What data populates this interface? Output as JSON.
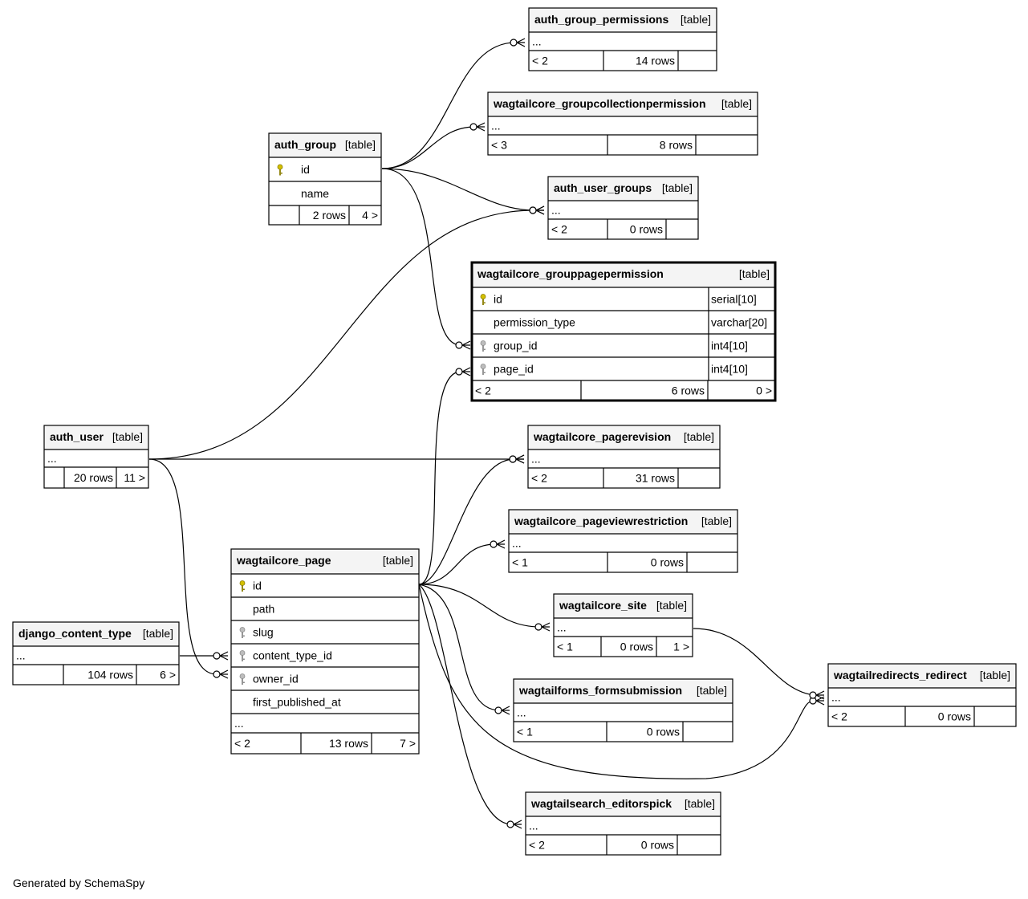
{
  "footer": "Generated by SchemaSpy",
  "table_tag": "[table]",
  "tables": [
    {
      "key": "agp",
      "name": "auth_group_permissions",
      "cols": [
        {
          "name": "...",
          "key": null,
          "type": ""
        }
      ],
      "foot": [
        "< 2",
        "14 rows",
        ""
      ],
      "focus": false
    },
    {
      "key": "wgcp",
      "name": "wagtailcore_groupcollectionpermission",
      "cols": [
        {
          "name": "...",
          "key": null,
          "type": ""
        }
      ],
      "foot": [
        "< 3",
        "8 rows",
        ""
      ],
      "focus": false
    },
    {
      "key": "ag",
      "name": "auth_group",
      "cols": [
        {
          "name": "id",
          "key": "pk",
          "type": ""
        },
        {
          "name": "name",
          "key": null,
          "type": ""
        }
      ],
      "foot": [
        "",
        "2 rows",
        "4 >"
      ],
      "focus": false
    },
    {
      "key": "aug",
      "name": "auth_user_groups",
      "cols": [
        {
          "name": "...",
          "key": null,
          "type": ""
        }
      ],
      "foot": [
        "< 2",
        "0 rows",
        ""
      ],
      "focus": false
    },
    {
      "key": "wgpp",
      "name": "wagtailcore_grouppagepermission",
      "cols": [
        {
          "name": "id",
          "key": "pk",
          "type": "serial[10]"
        },
        {
          "name": "permission_type",
          "key": null,
          "type": "varchar[20]"
        },
        {
          "name": "group_id",
          "key": "fk",
          "type": "int4[10]"
        },
        {
          "name": "page_id",
          "key": "fk",
          "type": "int4[10]"
        }
      ],
      "foot": [
        "< 2",
        "6 rows",
        "0 >"
      ],
      "focus": true
    },
    {
      "key": "au",
      "name": "auth_user",
      "cols": [
        {
          "name": "...",
          "key": null,
          "type": ""
        }
      ],
      "foot": [
        "",
        "20 rows",
        "11 >"
      ],
      "focus": false
    },
    {
      "key": "wpr",
      "name": "wagtailcore_pagerevision",
      "cols": [
        {
          "name": "...",
          "key": null,
          "type": ""
        }
      ],
      "foot": [
        "< 2",
        "31 rows",
        ""
      ],
      "focus": false
    },
    {
      "key": "wpvr",
      "name": "wagtailcore_pageviewrestriction",
      "cols": [
        {
          "name": "...",
          "key": null,
          "type": ""
        }
      ],
      "foot": [
        "< 1",
        "0 rows",
        ""
      ],
      "focus": false
    },
    {
      "key": "wp",
      "name": "wagtailcore_page",
      "cols": [
        {
          "name": "id",
          "key": "pk",
          "type": ""
        },
        {
          "name": "path",
          "key": null,
          "type": ""
        },
        {
          "name": "slug",
          "key": "fk",
          "type": ""
        },
        {
          "name": "content_type_id",
          "key": "fk",
          "type": ""
        },
        {
          "name": "owner_id",
          "key": "fk",
          "type": ""
        },
        {
          "name": "first_published_at",
          "key": null,
          "type": ""
        },
        {
          "name": "...",
          "key": null,
          "type": "",
          "plain": true
        }
      ],
      "foot": [
        "< 2",
        "13 rows",
        "7 >"
      ],
      "focus": false
    },
    {
      "key": "ws",
      "name": "wagtailcore_site",
      "cols": [
        {
          "name": "...",
          "key": null,
          "type": ""
        }
      ],
      "foot": [
        "< 1",
        "0 rows",
        "1 >"
      ],
      "focus": false
    },
    {
      "key": "dct",
      "name": "django_content_type",
      "cols": [
        {
          "name": "...",
          "key": null,
          "type": ""
        }
      ],
      "foot": [
        "",
        "104 rows",
        "6 >"
      ],
      "focus": false
    },
    {
      "key": "wrr",
      "name": "wagtailredirects_redirect",
      "cols": [
        {
          "name": "...",
          "key": null,
          "type": ""
        }
      ],
      "foot": [
        "< 2",
        "0 rows",
        ""
      ],
      "focus": false
    },
    {
      "key": "wff",
      "name": "wagtailforms_formsubmission",
      "cols": [
        {
          "name": "...",
          "key": null,
          "type": ""
        }
      ],
      "foot": [
        "< 1",
        "0 rows",
        ""
      ],
      "focus": false
    },
    {
      "key": "wse",
      "name": "wagtailsearch_editorspick",
      "cols": [
        {
          "name": "...",
          "key": null,
          "type": ""
        }
      ],
      "foot": [
        "< 2",
        "0 rows",
        ""
      ],
      "focus": false
    }
  ],
  "relationships": [
    {
      "from": "ag",
      "to": "agp"
    },
    {
      "from": "ag",
      "to": "wgcp"
    },
    {
      "from": "ag",
      "to": "aug"
    },
    {
      "from": "ag",
      "to": "wgpp"
    },
    {
      "from": "au",
      "to": "aug"
    },
    {
      "from": "au",
      "to": "wpr"
    },
    {
      "from": "au",
      "to": "wp"
    },
    {
      "from": "dct",
      "to": "wp"
    },
    {
      "from": "wp",
      "to": "wgpp"
    },
    {
      "from": "wp",
      "to": "wpr"
    },
    {
      "from": "wp",
      "to": "wpvr"
    },
    {
      "from": "wp",
      "to": "ws"
    },
    {
      "from": "wp",
      "to": "wff"
    },
    {
      "from": "wp",
      "to": "wse"
    },
    {
      "from": "wp",
      "to": "wrr"
    },
    {
      "from": "ws",
      "to": "wrr"
    }
  ]
}
